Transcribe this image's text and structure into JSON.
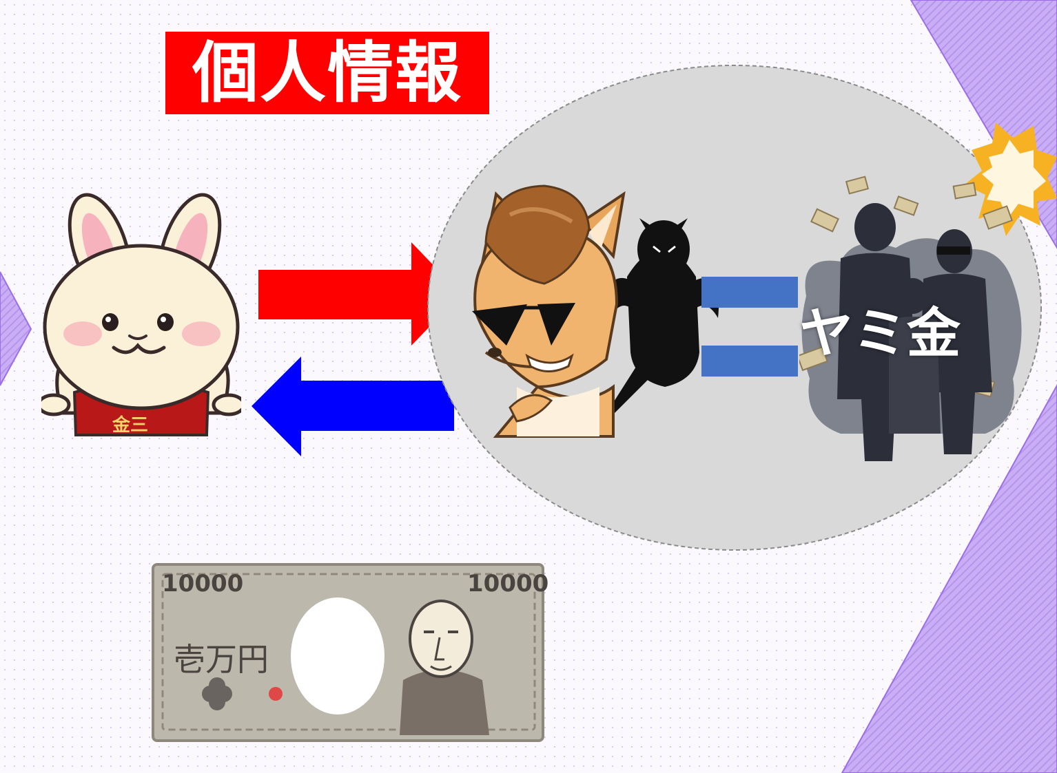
{
  "title": "個人情報",
  "yamikin_label": "ヤミ金",
  "rabbit": {
    "badge_text": "金三"
  },
  "banknote": {
    "number_left": "10000",
    "number_right": "10000",
    "denomination_text": "壱万円"
  },
  "colors": {
    "title_bg": "#ff0000",
    "arrow_to_lender": "#ff0000",
    "arrow_to_user": "#0000ff",
    "equals_sign": "#4472c4",
    "ellipse_fill": "#d9d9d9",
    "corner_accent": "#b38bf0",
    "burst": "#f7b224"
  },
  "icons": [
    "rabbit-mascot",
    "fox-with-sunglasses",
    "devil-shadow",
    "dark-suits-group",
    "banknote",
    "explosion-burst"
  ]
}
